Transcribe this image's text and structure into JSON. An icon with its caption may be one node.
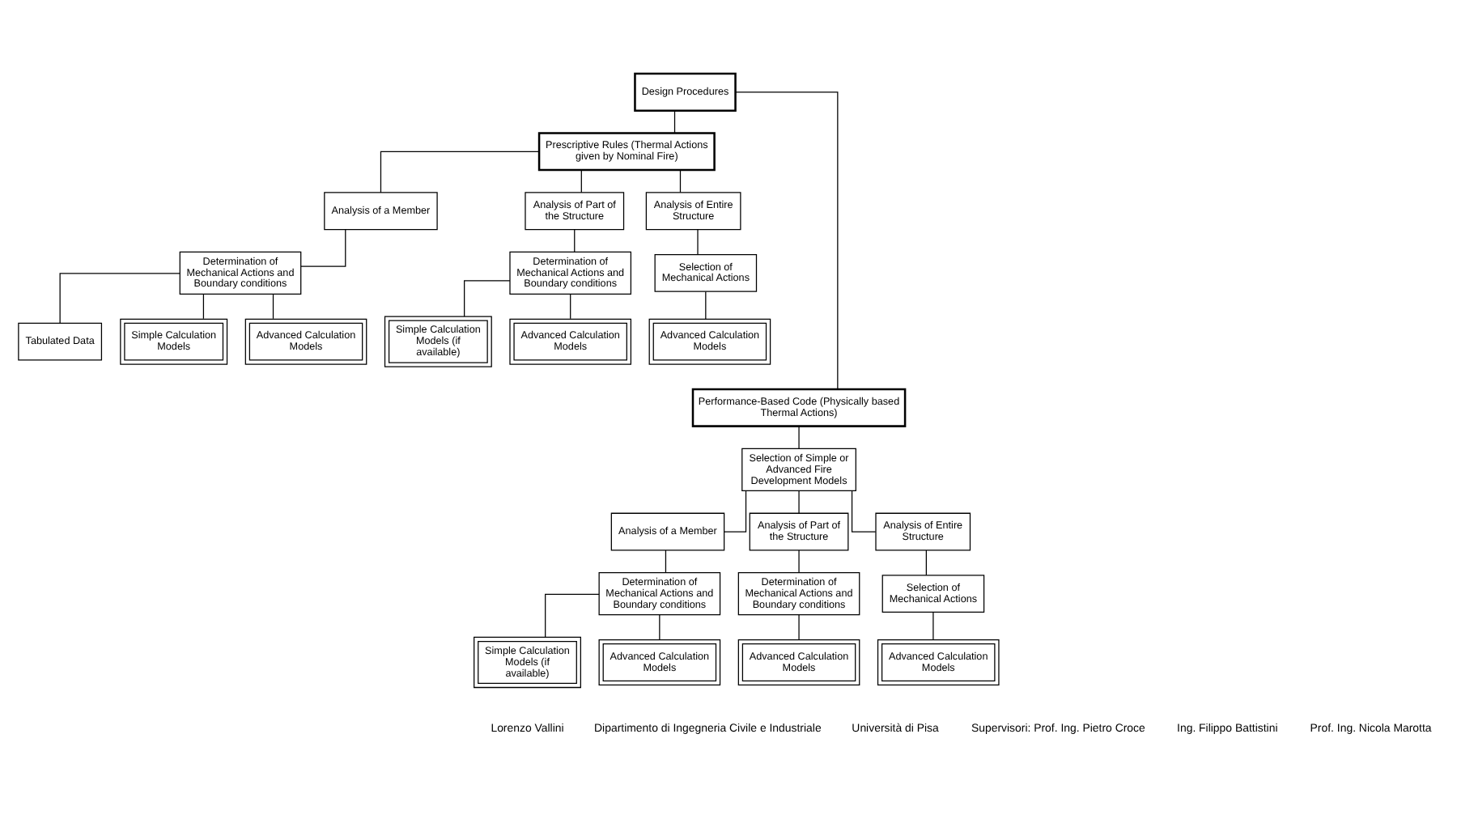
{
  "diagram": {
    "nodes": [
      {
        "text": [
          "Design Procedures"
        ]
      },
      {
        "text": [
          "Prescriptive Rules (Thermal Actions given by Nominal Fire)"
        ]
      },
      {
        "text": [
          "Analysis of a Member"
        ]
      },
      {
        "text": [
          "Analysis of Part of the Structure"
        ]
      },
      {
        "text": [
          "Analysis of Entire Structure"
        ]
      },
      {
        "text": [
          "Determination of Mechanical Actions and Boundary conditions"
        ]
      },
      {
        "text": [
          "Determination of Mechanical Actions and Boundary conditions"
        ]
      },
      {
        "text": [
          "Selection of Mechanical Actions"
        ]
      },
      {
        "text": [
          "Tabulated Data"
        ]
      },
      {
        "text": [
          "Simple Calculation Models"
        ]
      },
      {
        "text": [
          "Advanced Calculation Models"
        ]
      },
      {
        "text": [
          "Simple Calculation Models (if available)"
        ]
      },
      {
        "text": [
          "Advanced Calculation Models"
        ]
      },
      {
        "text": [
          "Advanced Calculation Models"
        ]
      },
      {
        "text": [
          "Performance-Based Code (Physically based Thermal Actions)"
        ]
      },
      {
        "text": [
          "Selection of Simple or Advanced Fire Development Models"
        ]
      },
      {
        "text": [
          "Analysis of a Member"
        ]
      },
      {
        "text": [
          "Analysis of Part of the Structure"
        ]
      },
      {
        "text": [
          "Analysis of Entire Structure"
        ]
      },
      {
        "text": [
          "Determination of Mechanical Actions and Boundary conditions"
        ]
      },
      {
        "text": [
          "Determination of Mechanical Actions and Boundary conditions"
        ]
      },
      {
        "text": [
          "Selection of Mechanical Actions"
        ]
      },
      {
        "text": [
          "Simple Calculation Models (if available)"
        ]
      },
      {
        "text": [
          "Advanced Calculation Models"
        ]
      },
      {
        "text": [
          "Advanced Calculation Models"
        ]
      },
      {
        "text": [
          "Advanced Calculation Models"
        ]
      }
    ],
    "edges": [
      {
        "from": 0,
        "to": 1,
        "arrow": "none"
      },
      {
        "from": 0,
        "to": 14,
        "arrow": "none"
      },
      {
        "from": 1,
        "to": 2,
        "arrow": "none"
      },
      {
        "from": 1,
        "to": 3,
        "arrow": "none"
      },
      {
        "from": 1,
        "to": 4,
        "arrow": "none"
      },
      {
        "from": 2,
        "to": 5,
        "arrow": "none"
      },
      {
        "from": 3,
        "to": 6,
        "arrow": "none"
      },
      {
        "from": 4,
        "to": 7,
        "arrow": "none"
      },
      {
        "from": 5,
        "to": 8,
        "arrow": "none"
      },
      {
        "from": 5,
        "to": 9,
        "arrow": "none"
      },
      {
        "from": 5,
        "to": 10,
        "arrow": "none"
      },
      {
        "from": 6,
        "to": 11,
        "arrow": "none"
      },
      {
        "from": 6,
        "to": 12,
        "arrow": "none"
      },
      {
        "from": 7,
        "to": 13,
        "arrow": "none"
      },
      {
        "from": 14,
        "to": 15,
        "arrow": "none"
      },
      {
        "from": 15,
        "to": 16,
        "arrow": "none"
      },
      {
        "from": 15,
        "to": 17,
        "arrow": "none"
      },
      {
        "from": 15,
        "to": 18,
        "arrow": "none"
      },
      {
        "from": 16,
        "to": 19,
        "arrow": "none"
      },
      {
        "from": 17,
        "to": 20,
        "arrow": "none"
      },
      {
        "from": 18,
        "to": 21,
        "arrow": "none"
      },
      {
        "from": 19,
        "to": 22,
        "arrow": "none"
      },
      {
        "from": 19,
        "to": 23,
        "arrow": "none"
      },
      {
        "from": 20,
        "to": 24,
        "arrow": "none"
      },
      {
        "from": 21,
        "to": 25,
        "arrow": "none"
      }
    ],
    "labels": [
      "Lorenzo Vallini",
      "Dipartimento di Ingegneria Civile e Industriale",
      "Università di Pisa",
      "Supervisori: Prof. Ing. Pietro Croce",
      "Ing. Filippo Battistini",
      "Prof. Ing. Nicola Marotta"
    ]
  }
}
